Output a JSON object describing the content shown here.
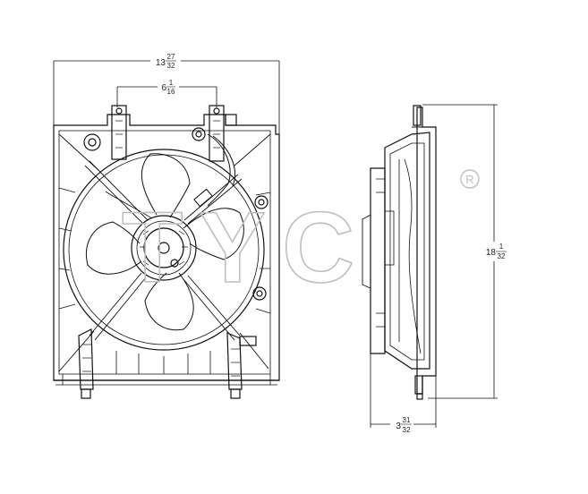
{
  "dimensions": {
    "overall_width": {
      "whole": "13",
      "num": "27",
      "den": "32"
    },
    "mount_spacing": {
      "whole": "6",
      "num": "1",
      "den": "16"
    },
    "overall_height": {
      "whole": "18",
      "num": "1",
      "den": "32"
    },
    "depth": {
      "whole": "3",
      "num": "31",
      "den": "32"
    }
  },
  "watermark": {
    "text": "TYC",
    "registered_mark": "R"
  },
  "colors": {
    "line": "#111111",
    "watermark": "#bfbfbf"
  }
}
